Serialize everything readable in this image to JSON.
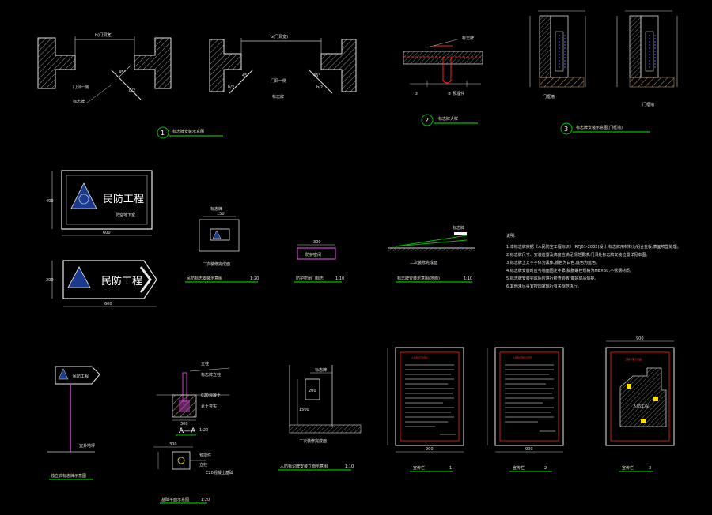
{
  "colors": {
    "background": "#000000",
    "wall": "#d8d8d8",
    "dimension": "#c8c8c8",
    "underline": "#00c000",
    "accent_red": "#ff2020",
    "magenta": "#cc44cc",
    "sign_blue": "#1a3a8c",
    "hatch_brown": "#b08a60"
  },
  "drawings": {
    "d1": {
      "door_width": "b(门洞宽)",
      "door_note": "门洞一侧",
      "sign_note": "标志牌",
      "dim_a": "b/2",
      "angle": "45°",
      "circle": "1",
      "caption": "标志牌安装示意图"
    },
    "d1b": {
      "door_width": "b(门洞宽)",
      "door_note": "门洞一侧",
      "sign_note": "标志牌",
      "dim_a": "b/2",
      "dim_b": "b/2",
      "angle_a": "45°",
      "angle_b": "45°"
    },
    "d2": {
      "label": "标志牌",
      "circle": "2",
      "caption": "标志牌大样",
      "note_a": "①",
      "note_b": "② 预埋件"
    },
    "d3": {
      "circle": "3",
      "caption": "标志牌安装示意图(门框墙)",
      "cap_left": "门框墙",
      "cap_right": "门框墙"
    },
    "sign_rect": {
      "title": "民防工程",
      "sub": "防空地下室",
      "dim_w": "600",
      "dim_h": "400"
    },
    "sign_arrow": {
      "title": "民防工程",
      "dim_w": "600",
      "dim_h": "200"
    },
    "small_sign": {
      "top_label": "标志牌",
      "dim": "150",
      "caption": "民防标志安装示意图",
      "scale": "1:20",
      "note": "二次装修完成面"
    },
    "small_box": {
      "label": "防护密闭",
      "caption": "防护密闭门标志",
      "scale": "1:10",
      "dim": "300"
    },
    "slope": {
      "label": "标志牌",
      "note": "二次装修完成面",
      "caption": "标志牌安装示意图(地面)",
      "scale": "1:10"
    },
    "notes": {
      "title": "说明:",
      "lines": [
        "1.本标志牌依据《人民防空工程标识》(RFJ01-2002)设计,标志牌用材料为铝合金板,表面喷塑处理。",
        "2.标志牌尺寸、安装位置及高度应满足规范要求,门洞处标志牌安装位置详见本图。",
        "3.标志牌上文字字体为黑体,颜色为白色,底色为蓝色。",
        "4.标志牌安装时应与墙面固定牢靠,膨胀螺栓规格为M8×60,不锈钢材质。",
        "5.标志牌安装完成后应进行检查验收,做好成品保护。",
        "6.其他未尽事宜按国家现行有关规范执行。"
      ]
    },
    "pole_sign": {
      "title": "民防工程",
      "ground": "室外地坪",
      "caption": "独立式标志牌示意图"
    },
    "foundation": {
      "label_a": "立柱",
      "label_b": "标志牌立柱",
      "label_c": "C20混凝土",
      "label_d": "素土夯实",
      "section": "A—A",
      "scale": "1:20",
      "dim": "300"
    },
    "plan_detail": {
      "caption": "基础平面示意图",
      "scale": "1:20",
      "dim": "300",
      "label": "预埋件",
      "note_a": "立柱",
      "note_b": "C20混凝土基础"
    },
    "wall_sign": {
      "label": "标志牌",
      "note": "二次装修完成面",
      "caption": "人防标识牌安装立面示意图",
      "scale": "1:10",
      "dim_a": "1500",
      "dim_b": "200"
    },
    "boards": [
      {
        "caption": "宣传栏",
        "number": "1",
        "header": "人民防空宣传栏",
        "dim": "900"
      },
      {
        "caption": "宣传栏",
        "number": "2",
        "header": "人民防空知识宣传",
        "dim": "900"
      },
      {
        "caption": "宣传栏",
        "number": "3",
        "header": "工程平面示意图",
        "dim": "900",
        "inner": "人防工程"
      }
    ]
  }
}
